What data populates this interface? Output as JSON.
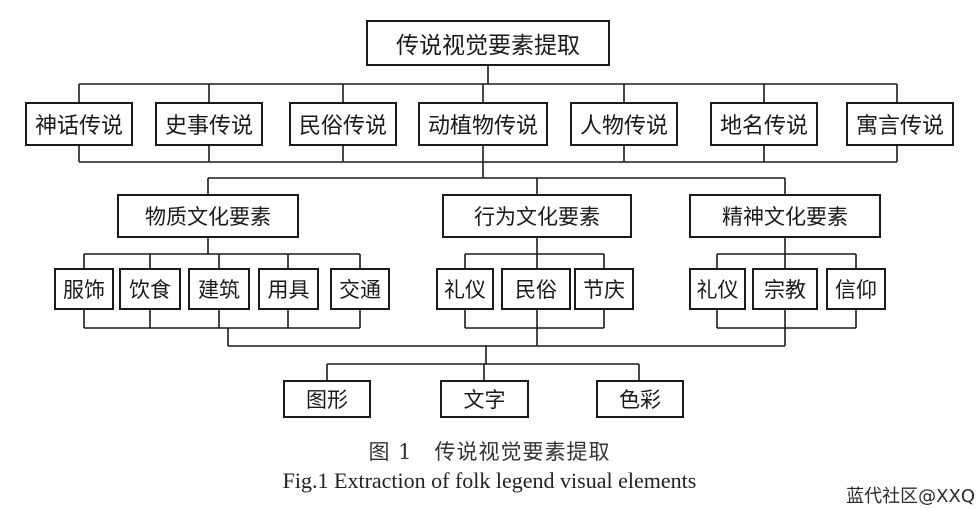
{
  "title": "传说视觉要素提取",
  "legend_types": [
    "神话传说",
    "史事传说",
    "民俗传说",
    "动植物传说",
    "人物传说",
    "地名传说",
    "寓言传说"
  ],
  "culture": {
    "material": {
      "label": "物质文化要素",
      "items": [
        "服饰",
        "饮食",
        "建筑",
        "用具",
        "交通"
      ]
    },
    "behavior": {
      "label": "行为文化要素",
      "items": [
        "礼仪",
        "民俗",
        "节庆"
      ]
    },
    "spirit": {
      "label": "精神文化要素",
      "items": [
        "礼仪",
        "宗教",
        "信仰"
      ]
    }
  },
  "visual_elements": [
    "图形",
    "文字",
    "色彩"
  ],
  "caption": {
    "cn": "图 1　传说视觉要素提取",
    "en": "Fig.1 Extraction of folk legend visual elements"
  },
  "watermark": "蓝代社区@XXQ",
  "colors": {
    "stroke": "#1a1a1a",
    "background": "#ffffff"
  }
}
